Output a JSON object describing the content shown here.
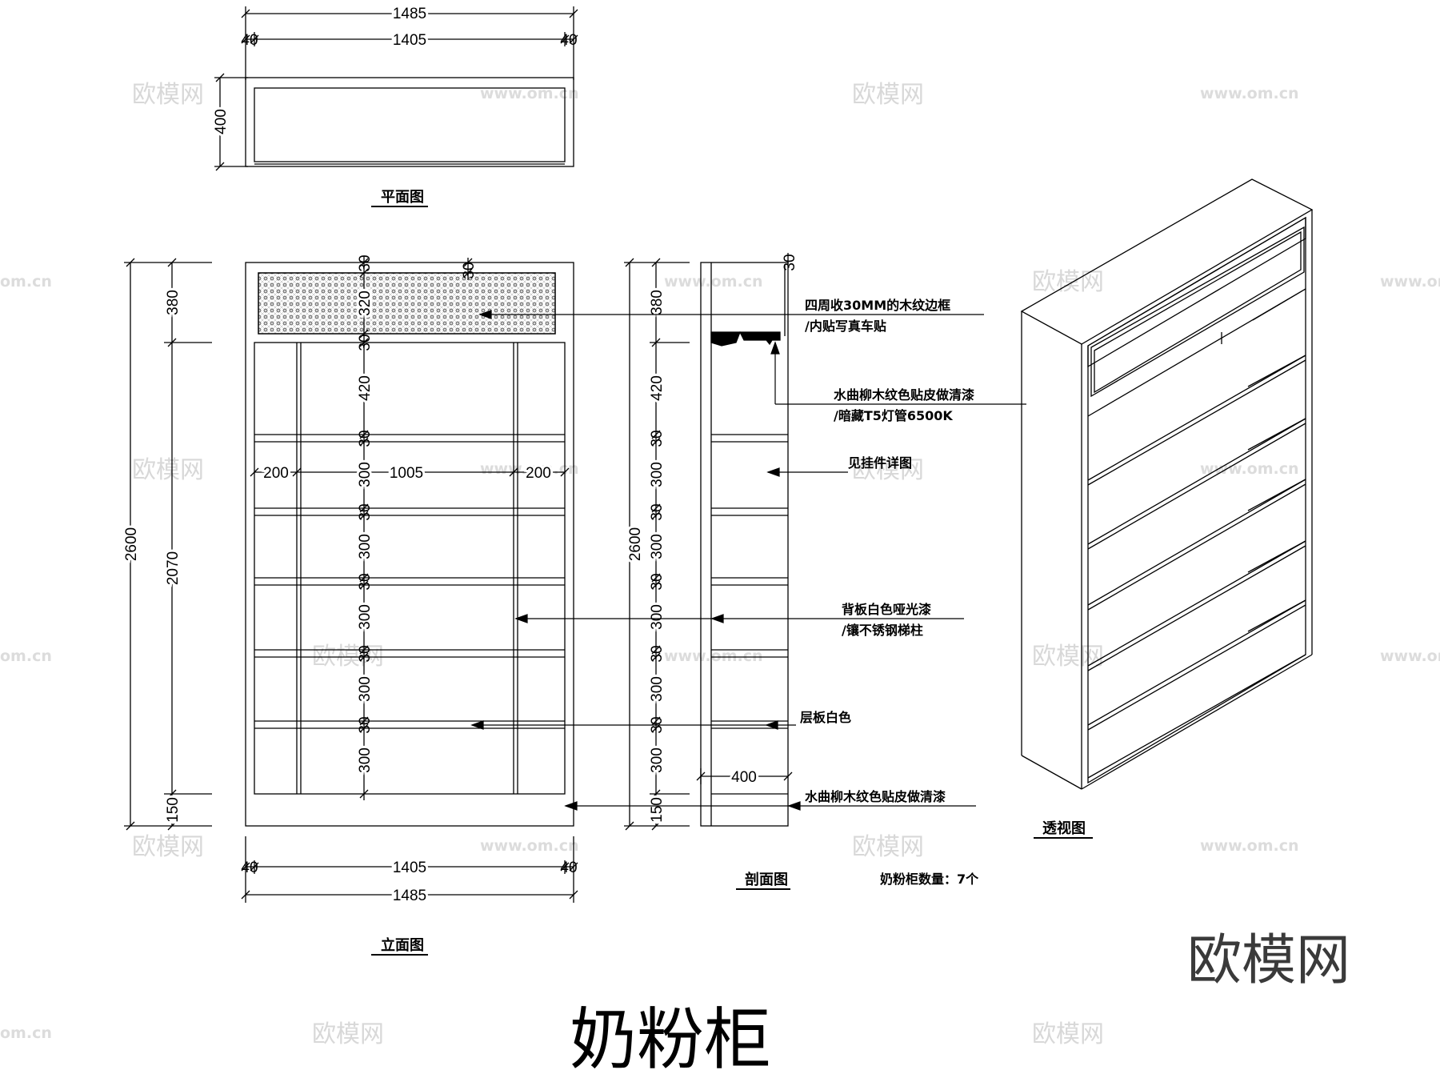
{
  "title": "奶粉柜",
  "logo": "欧模网",
  "watermark": {
    "brand": "欧模网",
    "url": "www.om.cn",
    "url_short": "om.cn"
  },
  "captions": {
    "plan": "平面图",
    "elevation": "立面图",
    "section": "剖面图",
    "perspective": "透视图",
    "quantity": "奶粉柜数量：7个"
  },
  "notes": {
    "n1a": "四周收30MM的木纹边框",
    "n1b": "/内贴写真车贴",
    "n2a": "水曲柳木纹色贴皮做清漆",
    "n2b": "/暗藏T5灯管6500K",
    "n3": "见挂件详图",
    "n4a": "背板白色哑光漆",
    "n4b": "/镶不锈钢梯柱",
    "n5": "层板白色",
    "n6": "水曲柳木纹色贴皮做清漆"
  },
  "dims": {
    "total_width": "1485",
    "inner_width": "1405",
    "side_40": "40",
    "plan_depth": "400",
    "total_height": "2600",
    "height_2070": "2070",
    "seg_380": "380",
    "seg_420": "420",
    "seg_300": "300",
    "seg_150": "150",
    "seg_30": "30",
    "panel_320": "320",
    "w_200": "200",
    "w_1005": "1005",
    "section_400": "400"
  }
}
